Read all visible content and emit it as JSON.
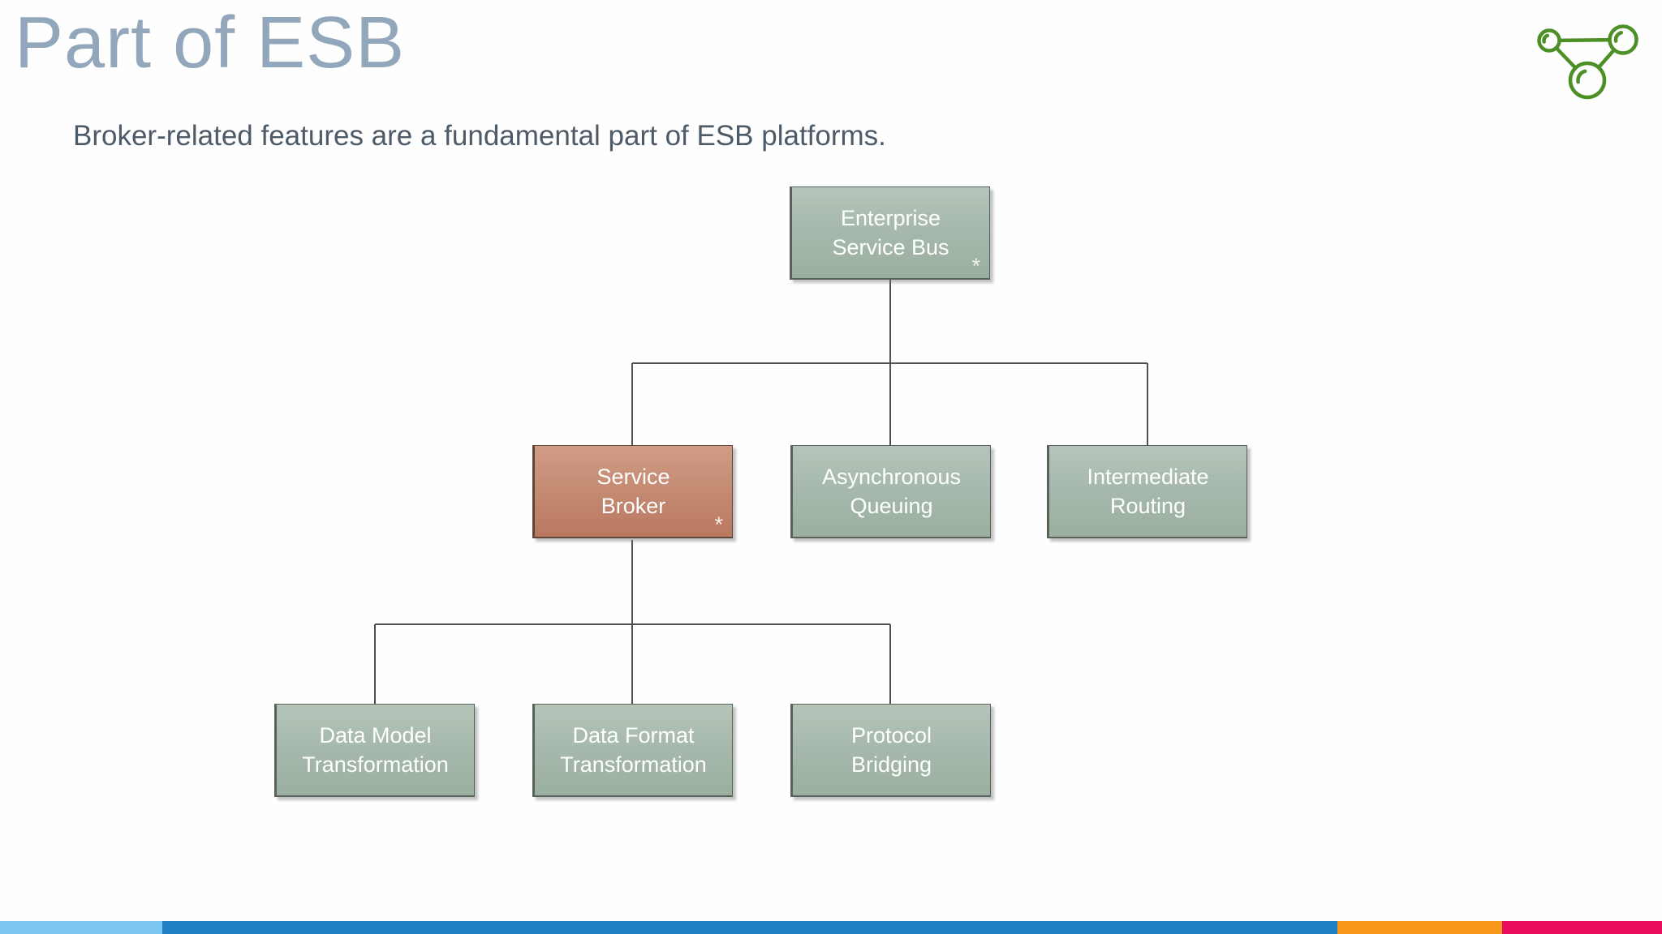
{
  "slide": {
    "title": "Part of ESB",
    "subtitle": "Broker-related features are a fundamental part of ESB platforms."
  },
  "logo": {
    "icon": "molecule-network-icon",
    "color": "#4b8f25"
  },
  "palette": {
    "title_color": "#92a7bb",
    "subtitle_color": "#4d5a67",
    "green_box": "#a5b8ab",
    "salmon_box": "#c48a72",
    "box_text": "#ffffff",
    "connector": "#4f4f4f"
  },
  "diagram": {
    "nodes": [
      {
        "id": "enterprise-service-bus",
        "lines": [
          "Enterprise",
          "Service Bus"
        ],
        "marker": "*",
        "variant": "green"
      },
      {
        "id": "service-broker",
        "lines": [
          "Service",
          "Broker"
        ],
        "marker": "*",
        "variant": "salmon"
      },
      {
        "id": "asynchronous-queuing",
        "lines": [
          "Asynchronous",
          "Queuing"
        ],
        "variant": "green"
      },
      {
        "id": "intermediate-routing",
        "lines": [
          "Intermediate",
          "Routing"
        ],
        "variant": "green"
      },
      {
        "id": "data-model-transformation",
        "lines": [
          "Data Model",
          "Transformation"
        ],
        "variant": "green"
      },
      {
        "id": "data-format-transformation",
        "lines": [
          "Data Format",
          "Transformation"
        ],
        "variant": "green"
      },
      {
        "id": "protocol-bridging",
        "lines": [
          "Protocol",
          "Bridging"
        ],
        "variant": "green"
      }
    ]
  },
  "footer": {
    "segments": [
      {
        "name": "light-blue",
        "color": "#7dc8f3"
      },
      {
        "name": "blue",
        "color": "#2180c4"
      },
      {
        "name": "orange",
        "color": "#f8981d"
      },
      {
        "name": "pink",
        "color": "#ea0c5d"
      }
    ]
  }
}
